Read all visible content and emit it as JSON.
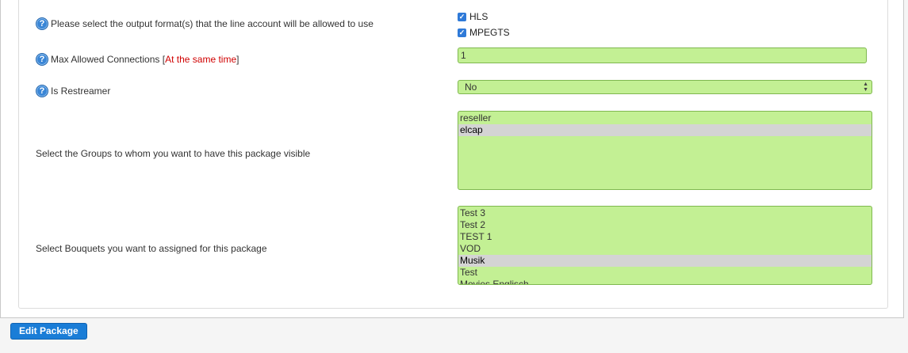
{
  "form": {
    "output_formats": {
      "label": "Please select the output format(s) that the line account will be allowed to use",
      "options": [
        {
          "label": "HLS",
          "checked": true
        },
        {
          "label": "MPEGTS",
          "checked": true
        }
      ]
    },
    "max_connections": {
      "label": "Max Allowed Connections",
      "label_note": "At the same time",
      "value": "1"
    },
    "is_restreamer": {
      "label": "Is Restreamer",
      "value": "No"
    },
    "groups": {
      "label": "Select the Groups to whom you want to have this package visible",
      "options": [
        {
          "label": "reseller",
          "selected": false
        },
        {
          "label": "elcap",
          "selected": true
        }
      ]
    },
    "bouquets": {
      "label": "Select Bouquets you want to assigned for this package",
      "options": [
        {
          "label": "Test 3",
          "selected": false
        },
        {
          "label": "Test 2",
          "selected": false
        },
        {
          "label": "TEST 1",
          "selected": false
        },
        {
          "label": "VOD",
          "selected": false
        },
        {
          "label": "Musik",
          "selected": true
        },
        {
          "label": "Test",
          "selected": false
        },
        {
          "label": "Movies Englisch",
          "selected": false
        }
      ]
    }
  },
  "footer": {
    "submit_label": "Edit Package"
  },
  "colors": {
    "field_bg": "#c3f094",
    "field_border": "#7fb84f",
    "accent": "#1a7dd7",
    "note_red": "#d00000"
  },
  "icons": {
    "help": "question-circle-icon",
    "check": "checkmark-icon",
    "select_arrows": "up-down-arrows-icon"
  }
}
